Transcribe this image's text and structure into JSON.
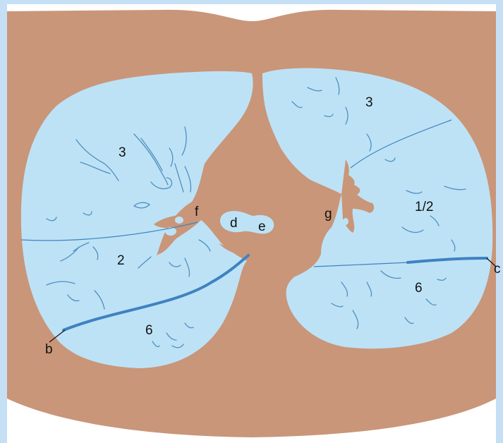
{
  "colors": {
    "background": "#ffffff",
    "frame": "#c5dff5",
    "body_tissue": "#c99679",
    "lung": "#bde2f6",
    "vessel_outline": "#4f8fbf",
    "fissure": "#3f82c0"
  },
  "labels": {
    "right_lung_upper": "3",
    "right_lung_middle": "2",
    "right_lung_lower": "6",
    "left_lung_upper": "3",
    "left_lung_middle": "1/2",
    "left_lung_lower": "6",
    "d": "d",
    "e": "e",
    "f": "f",
    "g": "g",
    "b": "b",
    "c": "c"
  }
}
